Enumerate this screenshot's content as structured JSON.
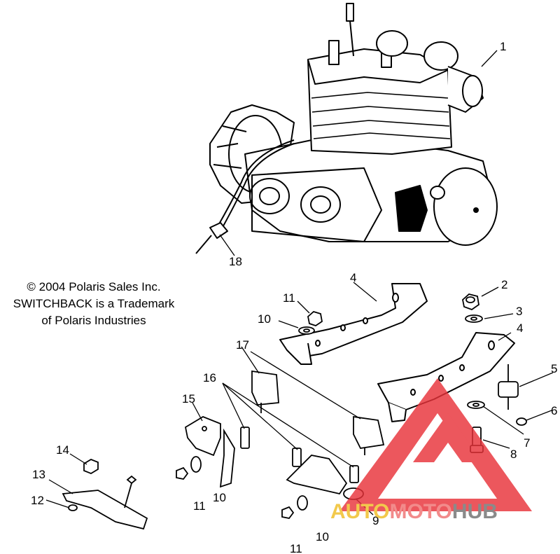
{
  "copyright": {
    "line1": "© 2004 Polaris Sales Inc.",
    "line2": "SWITCHBACK is a Trademark",
    "line3": "of Polaris Industries"
  },
  "callouts": {
    "c1": "1",
    "c2": "2",
    "c3": "3",
    "c4a": "4",
    "c4b": "4",
    "c5": "5",
    "c6": "6",
    "c7": "7",
    "c8": "8",
    "c9": "9",
    "c10a": "10",
    "c10b": "10",
    "c10c": "10",
    "c11a": "11",
    "c11b": "11",
    "c11c": "11",
    "c12": "12",
    "c13": "13",
    "c14": "14",
    "c15": "15",
    "c16": "16",
    "c17": "17",
    "c18": "18"
  },
  "watermark": {
    "part1": "AUTO",
    "part2": "MOTO",
    "part3": "HUB",
    "colors": {
      "auto": "#f2c94c",
      "moto": "#f28b8b",
      "hub": "#8a8a8a",
      "logo": "#e8333a"
    }
  }
}
